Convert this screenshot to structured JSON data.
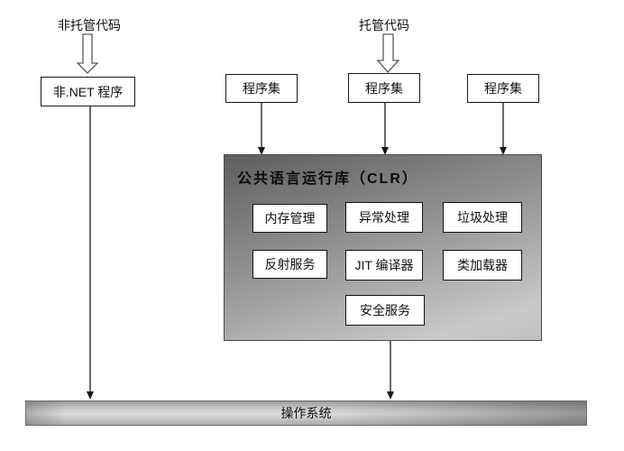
{
  "labels": {
    "unmanaged": "非托管代码",
    "managed": "托管代码"
  },
  "top_boxes": {
    "non_net": "非.NET 程序",
    "assembly_1": "程序集",
    "assembly_2": "程序集",
    "assembly_3": "程序集"
  },
  "clr": {
    "title": "公共语言运行库（CLR）",
    "components": [
      "内存管理",
      "异常处理",
      "垃圾处理",
      "反射服务",
      "JIT 编译器",
      "类加载器",
      "安全服务"
    ]
  },
  "os_bar": {
    "label": "操作系统"
  },
  "colors": {
    "background": "#ffffff",
    "box_fill": "#ffffff",
    "box_border": "#1a1a1a",
    "arrow": "#1a1a1a",
    "block_arrow_outline": "#595959",
    "clr_gradient_dark": "#5e5e5e",
    "clr_gradient_light": "#c9c9c9",
    "os_bar_light": "#dadada",
    "os_bar_dark": "#9d9d9d"
  }
}
